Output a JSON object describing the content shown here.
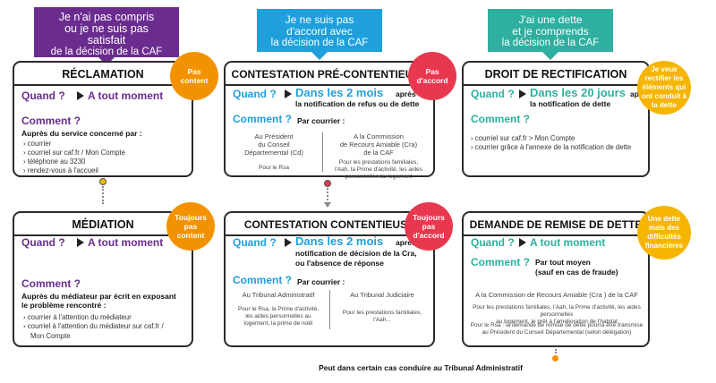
{
  "bubbles": {
    "b1": {
      "line1": "Je n'ai pas compris",
      "line2": "ou je ne suis pas",
      "line3": "satisfait",
      "line4": "de la décision de la CAF",
      "color": "#6b2c8f"
    },
    "b2": {
      "line1": "Je ne suis pas",
      "line2": "d'accord avec",
      "line3": "la décision de la CAF",
      "color": "#1fa0dc"
    },
    "b3": {
      "line1": "J'ai une dette",
      "line2": "et je comprends",
      "line3": "la décision de la CAF",
      "color": "#2eaf9f"
    }
  },
  "reclamation": {
    "title": "RÉCLAMATION",
    "when_label": "Quand ?",
    "when_value": "A tout moment",
    "comment_label": "Comment ?",
    "intro": "Auprès du service concerné par :",
    "items": [
      "courrier",
      "courriel sur caf.fr / Mon Compte",
      "téléphone au 3230",
      "rendez-vous à l'accueil"
    ],
    "badge": "Pas content"
  },
  "mediation": {
    "title": "MÉDIATION",
    "when_label": "Quand ?",
    "when_value": "A tout moment",
    "comment_label": "Comment ?",
    "intro1": "Auprès du médiateur par écrit en exposant",
    "intro2": "le problème rencontré :",
    "items": [
      "courrier à l'attention du médiateur",
      "courriel à l'attention du médiateur sur caf.fr /",
      "Mon Compte"
    ],
    "badge": "Toujours pas content"
  },
  "pre": {
    "title": "CONTESTATION PRÉ-CONTENTIEUSE",
    "when_label": "Quand ?",
    "when_value": "Dans les 2 mois",
    "when_rest1": "après",
    "when_rest2": "la notification de refus ou de dette",
    "comment_label": "Comment ?",
    "by": "Par courrier :",
    "left1": "Au Président",
    "left2": "du Conseil",
    "left3": "Départemental (Cd)",
    "left_note": "Pour le Rsa",
    "right1": "A la Commission",
    "right2": "de Recours Amiable (Cra)",
    "right3": "de la CAF",
    "right_note1": "Pour les prestations familiales,",
    "right_note2": "l'Aah, la Prime d'activité, les aides",
    "right_note3": "personnelles au logement",
    "badge": "Pas d'accord"
  },
  "cont": {
    "title": "CONTESTATION CONTENTIEUSE",
    "when_label": "Quand ?",
    "when_value": "Dans les 2 mois",
    "when_rest1": "après la",
    "when_rest2": "notification de décision de la Cra,",
    "when_rest3": "ou l'absence de réponse",
    "comment_label": "Comment ?",
    "by": "Par courrier :",
    "left": "Au Tribunal Administratif",
    "left_note1": "Pour le Rsa, la Prime d'activité,",
    "left_note2": "les aides personnelles au",
    "left_note3": "logement, la prime de noël",
    "right": "Au Tribunal Judiciaire",
    "right_note1": "Pour les prestations familiales,",
    "right_note2": "l'Aah...",
    "badge": "Toujours pas d'accord"
  },
  "rect": {
    "title": "DROIT DE RECTIFICATION",
    "when_label": "Quand ?",
    "when_value": "Dans les 20 jours",
    "when_rest1": "après",
    "when_rest2": "la notification de dette",
    "comment_label": "Comment ?",
    "items": [
      "courriel sur caf.fr > Mon Compte",
      "courrier grâce à l'annexe de la notification de dette"
    ],
    "badge": "Je veux rectifier les éléments qui ont conduit à la dette"
  },
  "remise": {
    "title": "DEMANDE DE REMISE DE DETTE",
    "when_label": "Quand ?",
    "when_value": "A tout moment",
    "comment_label": "Comment ?",
    "by1": "Par tout moyen",
    "by2": "(sauf en cas de fraude)",
    "to": "A la Commission de Recours Amiable (Cra ) de la CAF",
    "note1": "Pour les prestations familiales, l'Aah, la Prime d'activité, les aides personnelles",
    "note2": "au logement, le prêt à l'amélioration de l'habitat",
    "note3": "Pour le Rsa : la demande de remise de dette pourra être transmise",
    "note4": "au Président du Conseil Départemental (selon délégation)",
    "badge": "Une dette mais des difficultés financières"
  },
  "footer": "Peut dans certain cas conduire au Tribunal Administratif",
  "colors": {
    "purple": "#6b2c8f",
    "blue": "#1fa0dc",
    "teal": "#2eaf9f",
    "orange": "#f39200",
    "pink": "#e8384f",
    "yellow": "#f5b500"
  }
}
